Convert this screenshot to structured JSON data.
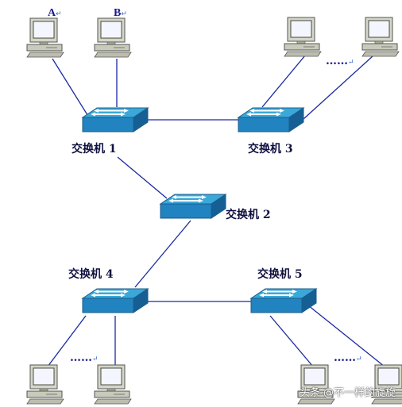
{
  "switches": {
    "s1": "交换机 1",
    "s2": "交换机 2",
    "s3": "交换机 3",
    "s4": "交换机 4",
    "s5": "交换机 5"
  },
  "pcs": {
    "a": "A",
    "b": "B"
  },
  "mark": "↵",
  "ellipsis": "……",
  "watermark": "头条 @不一样的旋旋",
  "colors": {
    "switch_top": "#33a6d8",
    "switch_side": "#1c79b5",
    "link": "#1a2aa0",
    "pc_body": "#c8cab8"
  }
}
